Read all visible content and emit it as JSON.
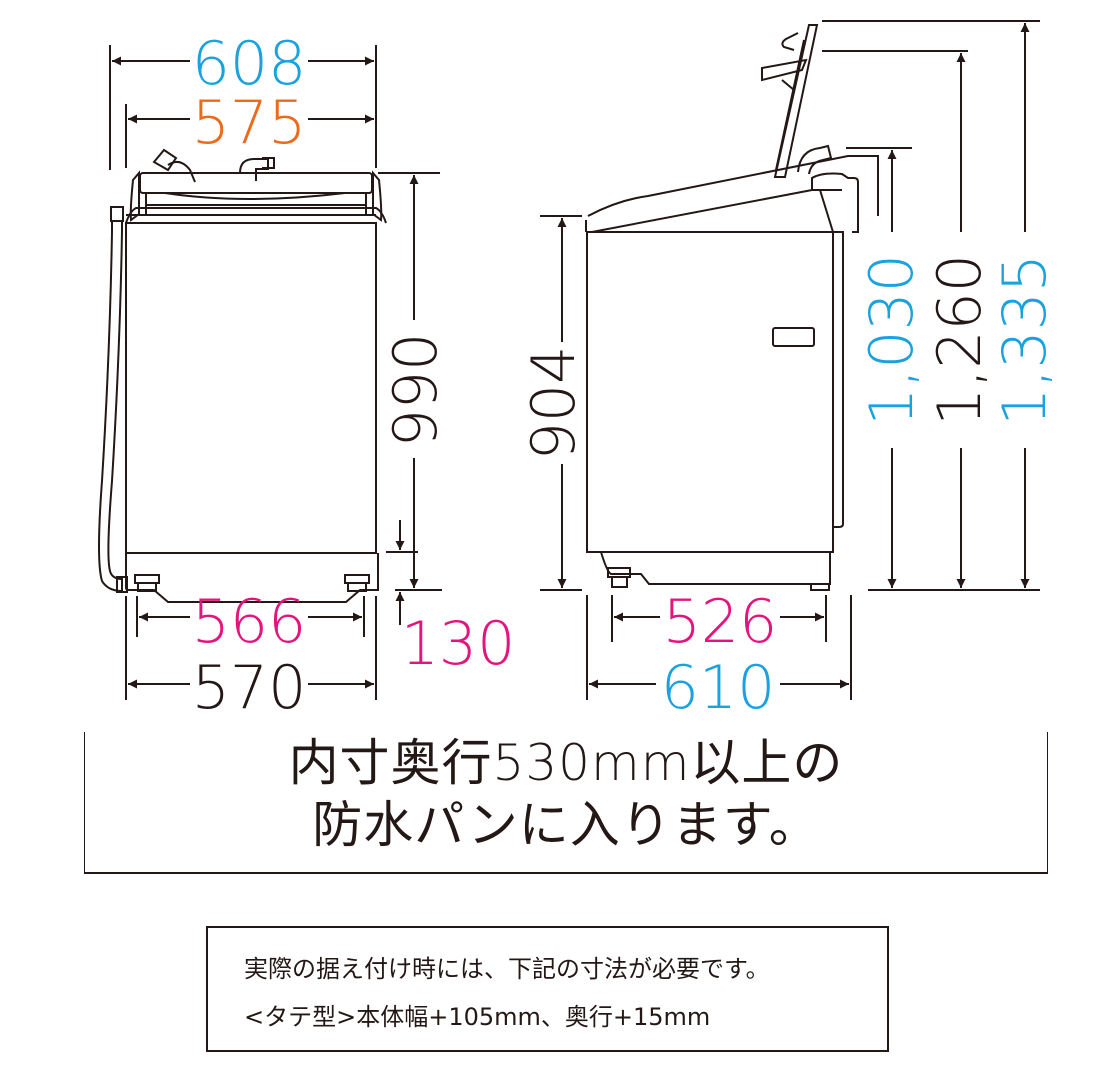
{
  "colors": {
    "line": "#231815",
    "blue": "#1aa1e0",
    "orange": "#ec6a1a",
    "magenta": "#e4147e"
  },
  "front_view": {
    "top_width_outer": {
      "value": "608",
      "color": "blue"
    },
    "top_width_inner": {
      "value": "575",
      "color": "orange"
    },
    "body_height": {
      "value": "990",
      "color": "line"
    },
    "base_height": {
      "value": "130",
      "color": "magenta"
    },
    "foot_span": {
      "value": "566",
      "color": "magenta"
    },
    "bottom_width": {
      "value": "570",
      "color": "line"
    }
  },
  "side_view": {
    "body_height": {
      "value": "904",
      "color": "line"
    },
    "hose_height": {
      "value": "1,030",
      "color": "blue"
    },
    "lid_open_height": {
      "value": "1,260",
      "color": "line"
    },
    "max_height": {
      "value": "1,335",
      "color": "blue"
    },
    "foot_span": {
      "value": "526",
      "color": "magenta"
    },
    "depth": {
      "value": "610",
      "color": "blue"
    }
  },
  "notice": {
    "line1": "内寸奥行530mm以上の",
    "line2": "防水パンに入ります。"
  },
  "note_box": {
    "line1": "実際の据え付け時には、下記の寸法が必要です。",
    "line2": "<タテ型>本体幅+105mm、奥行+15mm"
  }
}
